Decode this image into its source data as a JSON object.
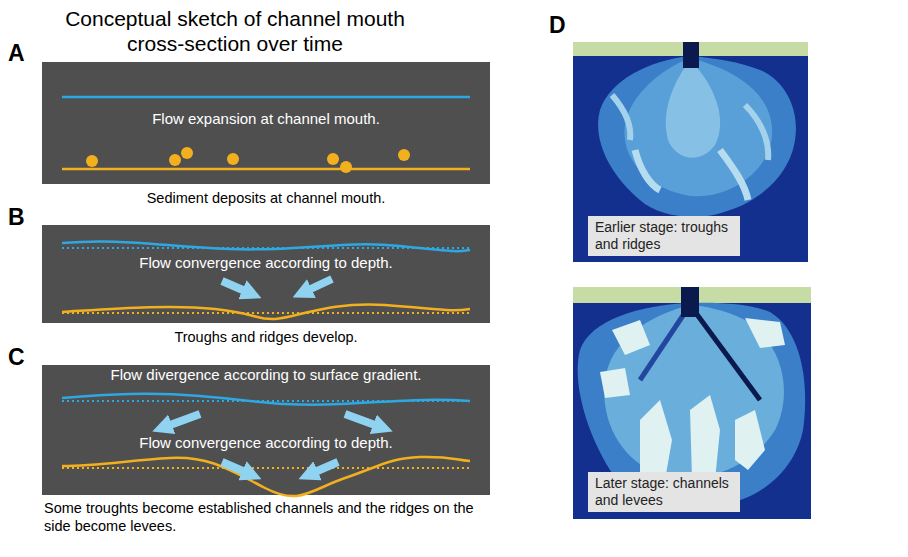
{
  "diagram": {
    "title": "Conceptual sketch of channel mouth cross-section over time",
    "nodes": [
      {
        "text": [
          "Flow expansion at channel mouth."
        ]
      },
      {
        "text": [
          "Flow convergence according to depth."
        ]
      },
      {
        "text": [
          "Flow divergence according to surface gradient.",
          "Flow convergence according to depth."
        ]
      },
      {
        "text": [
          "Earlier stage: troughs and ridges"
        ]
      },
      {
        "text": [
          "Later stage: channels and levees"
        ]
      }
    ],
    "labels": [
      "A",
      "Sediment deposits at channel mouth.",
      "B",
      "Troughs and ridges develop.",
      "C",
      "Some troughts become established channels and the ridges on the side become levees.",
      "D"
    ]
  }
}
